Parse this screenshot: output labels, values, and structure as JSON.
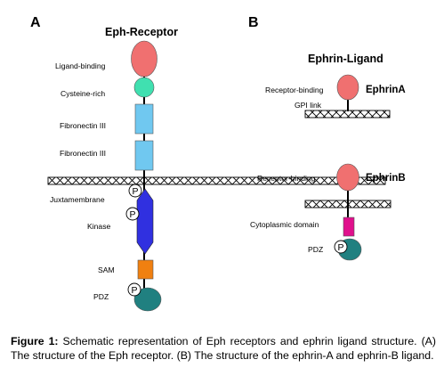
{
  "panel_a": {
    "letter": "A",
    "title": "Eph-Receptor",
    "labels": {
      "ligand_binding": "Ligand-binding",
      "cysteine_rich": "Cysteine-rich",
      "fibronectin_1": "Fibronectin III",
      "fibronectin_2": "Fibronectin III",
      "juxtamembrane": "Juxtamembrane",
      "kinase": "Kinase",
      "sam": "SAM",
      "pdz": "PDZ"
    }
  },
  "panel_b": {
    "letter": "B",
    "title": "Ephrin-Ligand",
    "ephrin_a": {
      "name": "EphrinA",
      "receptor_binding": "Receptor-binding",
      "gpi_link": "GPI link"
    },
    "ephrin_b": {
      "name": "EphrinB",
      "receptor_binding": "Receptor-binding",
      "cytoplasmic_domain": "Cytoplasmic domain",
      "pdz": "PDZ"
    }
  },
  "phospho_symbol": "P",
  "caption": {
    "label": "Figure 1:",
    "text": " Schematic representation of Eph receptors and ephrin ligand structure. (A) The structure of the Eph receptor. (B) The structure of the ephrin-A and ephrin-B ligand."
  },
  "colors": {
    "ligand_binding": "#f07070",
    "cysteine_rich": "#40e0b0",
    "fibronectin": "#70c8f0",
    "kinase": "#3030e0",
    "sam": "#f08010",
    "pdz": "#208080",
    "cytoplasmic": "#e0108c",
    "membrane": "#000000"
  }
}
